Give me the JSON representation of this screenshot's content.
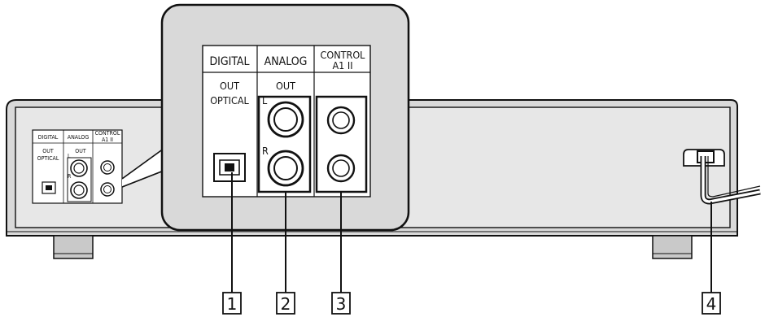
{
  "small_panel": {
    "header_digital": "DIGITAL",
    "header_analog": "ANALOG",
    "header_control_line1": "CONTROL",
    "header_control_line2": "A1 II",
    "digital_out": "OUT",
    "digital_optical": "OPTICAL",
    "analog_out": "OUT",
    "left": "L",
    "right": "R"
  },
  "zoom_panel": {
    "header_digital": "DIGITAL",
    "header_analog": "ANALOG",
    "header_control_line1": "CONTROL",
    "header_control_line2": "A1 II",
    "digital_out": "OUT",
    "digital_optical": "OPTICAL",
    "analog_out": "OUT",
    "left": "L",
    "right": "R"
  },
  "callouts": [
    "1",
    "2",
    "3",
    "4"
  ]
}
